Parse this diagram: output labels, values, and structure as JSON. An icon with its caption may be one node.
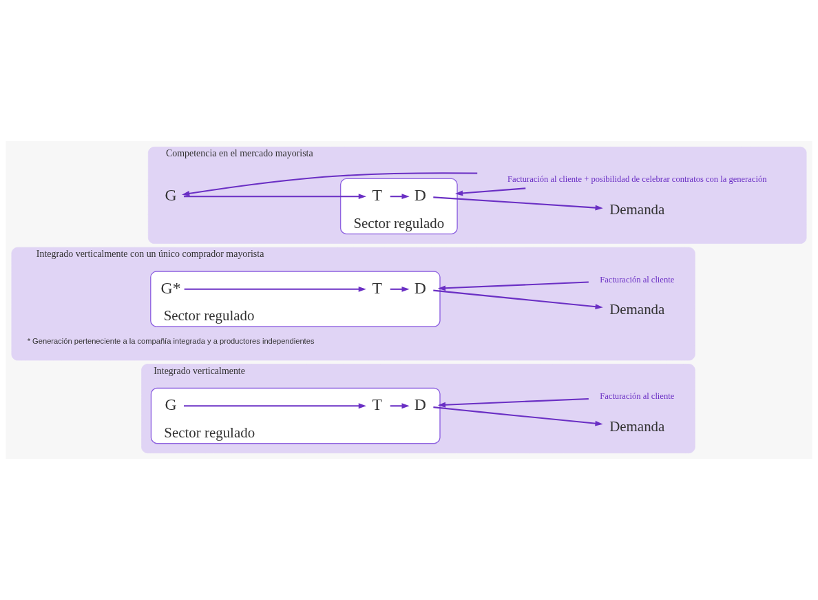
{
  "diagram": {
    "nodes": [
      {
        "text": [
          "Integrado verticalmente"
        ]
      },
      {
        "text": [
          "Sector regulado"
        ],
        "in": 0
      },
      {
        "text": [
          "G"
        ],
        "in": 1
      },
      {
        "text": [
          "T"
        ],
        "in": 1
      },
      {
        "text": [
          "D"
        ],
        "in": 1
      },
      {
        "text": [
          "Demanda"
        ],
        "in": 0
      },
      {
        "text": [
          "Facturación al cliente"
        ],
        "in": 0
      },
      {
        "text": [
          "Integrado verticalmente con un único comprador mayorista"
        ]
      },
      {
        "text": [
          "Sector regulado"
        ],
        "in": 7,
        "beside": [
          "* Generación perteneciente a la compañía integrada y a productores independientes"
        ]
      },
      {
        "text": [
          "G*"
        ],
        "in": 8
      },
      {
        "text": [
          "T"
        ],
        "in": 8
      },
      {
        "text": [
          "D"
        ],
        "in": 8
      },
      {
        "text": [
          "Demanda"
        ],
        "in": 7
      },
      {
        "text": [
          "Facturación al cliente"
        ],
        "in": 7
      },
      {
        "text": [
          "Competencia en el mercado mayorista"
        ]
      },
      {
        "text": [
          "G"
        ],
        "in": 14
      },
      {
        "text": [
          "Sector regulado"
        ],
        "in": 14
      },
      {
        "text": [
          "T"
        ],
        "in": 16
      },
      {
        "text": [
          "D"
        ],
        "in": 16
      },
      {
        "text": [
          "Demanda"
        ],
        "in": 14
      },
      {
        "text": [
          "Facturación al cliente + posibilidad de celebrar contratos con la generación"
        ],
        "in": 14
      }
    ],
    "edges": [
      {
        "from": 2,
        "to": 3,
        "arrow": "to"
      },
      {
        "from": 3,
        "to": 4,
        "arrow": "to"
      },
      {
        "from": 4,
        "to": 5,
        "arrow": "to"
      },
      {
        "from": 6,
        "to": 1,
        "arrow": "to"
      },
      {
        "from": 9,
        "to": 10,
        "arrow": "to"
      },
      {
        "from": 10,
        "to": 11,
        "arrow": "to"
      },
      {
        "from": 11,
        "to": 12,
        "arrow": "to"
      },
      {
        "from": 13,
        "to": 8,
        "arrow": "to"
      },
      {
        "from": 15,
        "to": 17,
        "arrow": "to"
      },
      {
        "from": 17,
        "to": 18,
        "arrow": "to"
      },
      {
        "from": 18,
        "to": 19,
        "arrow": "to"
      },
      {
        "from": 20,
        "to": 15,
        "arrow": "to"
      },
      {
        "from": 20,
        "to": 16,
        "arrow": "to"
      }
    ]
  }
}
